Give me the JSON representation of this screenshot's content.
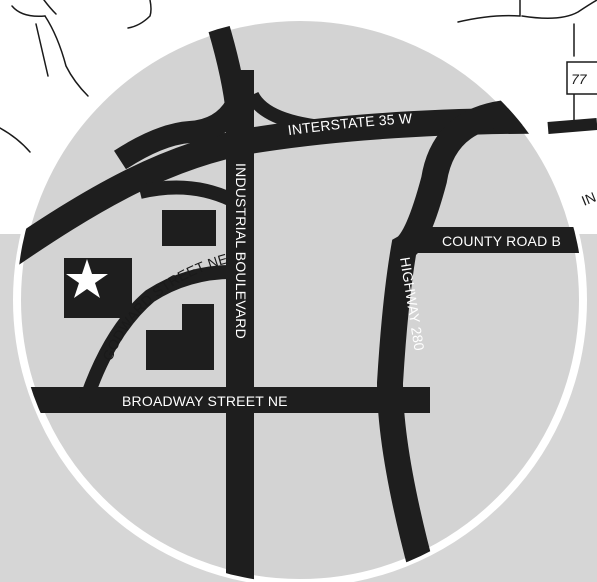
{
  "colors": {
    "background": "#ffffff",
    "band": "#d6d6d6",
    "circle_fill": "#d3d3d3",
    "circle_stroke": "#ffffff",
    "road": "#1e1e1e",
    "outline": "#1a1a1a",
    "marker": "#ffffff"
  },
  "roads": {
    "interstate": "INTERSTATE 35 W",
    "industrial": "INDUSTRIAL BOULEVARD",
    "county_b": "COUNTY ROAD B",
    "highway_280": "HIGHWAY 280",
    "godward": "GODWARD STREET NE",
    "broadway": "BROADWAY STREET NE"
  },
  "outside": {
    "route_sign": "77",
    "cut_label": "IN"
  },
  "marker": {
    "icon": "star-icon"
  }
}
